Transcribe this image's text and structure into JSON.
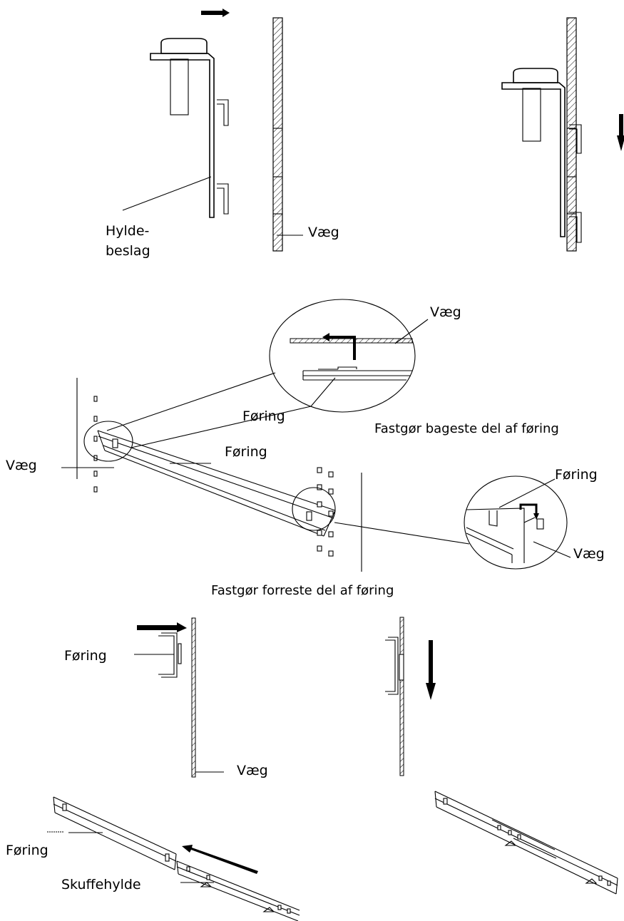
{
  "labels": {
    "hyldebeslag_line1": "Hylde-",
    "hyldebeslag_line2": "beslag",
    "vaeg_top": "Væg",
    "vaeg_detail_top": "Væg",
    "foring_detail_top": "Føring",
    "caption_back": "Fastgør bageste del af føring",
    "vaeg_left": "Væg",
    "foring_rail": "Føring",
    "foring_detail_front": "Føring",
    "vaeg_detail_front": "Væg",
    "caption_front": "Fastgør forreste del af føring",
    "foring_profile": "Føring",
    "vaeg_profile": "Væg",
    "foring_bottom": "Føring",
    "skuffehylde": "Skuffehylde"
  },
  "colors": {
    "ink": "#000000",
    "background": "#ffffff"
  }
}
